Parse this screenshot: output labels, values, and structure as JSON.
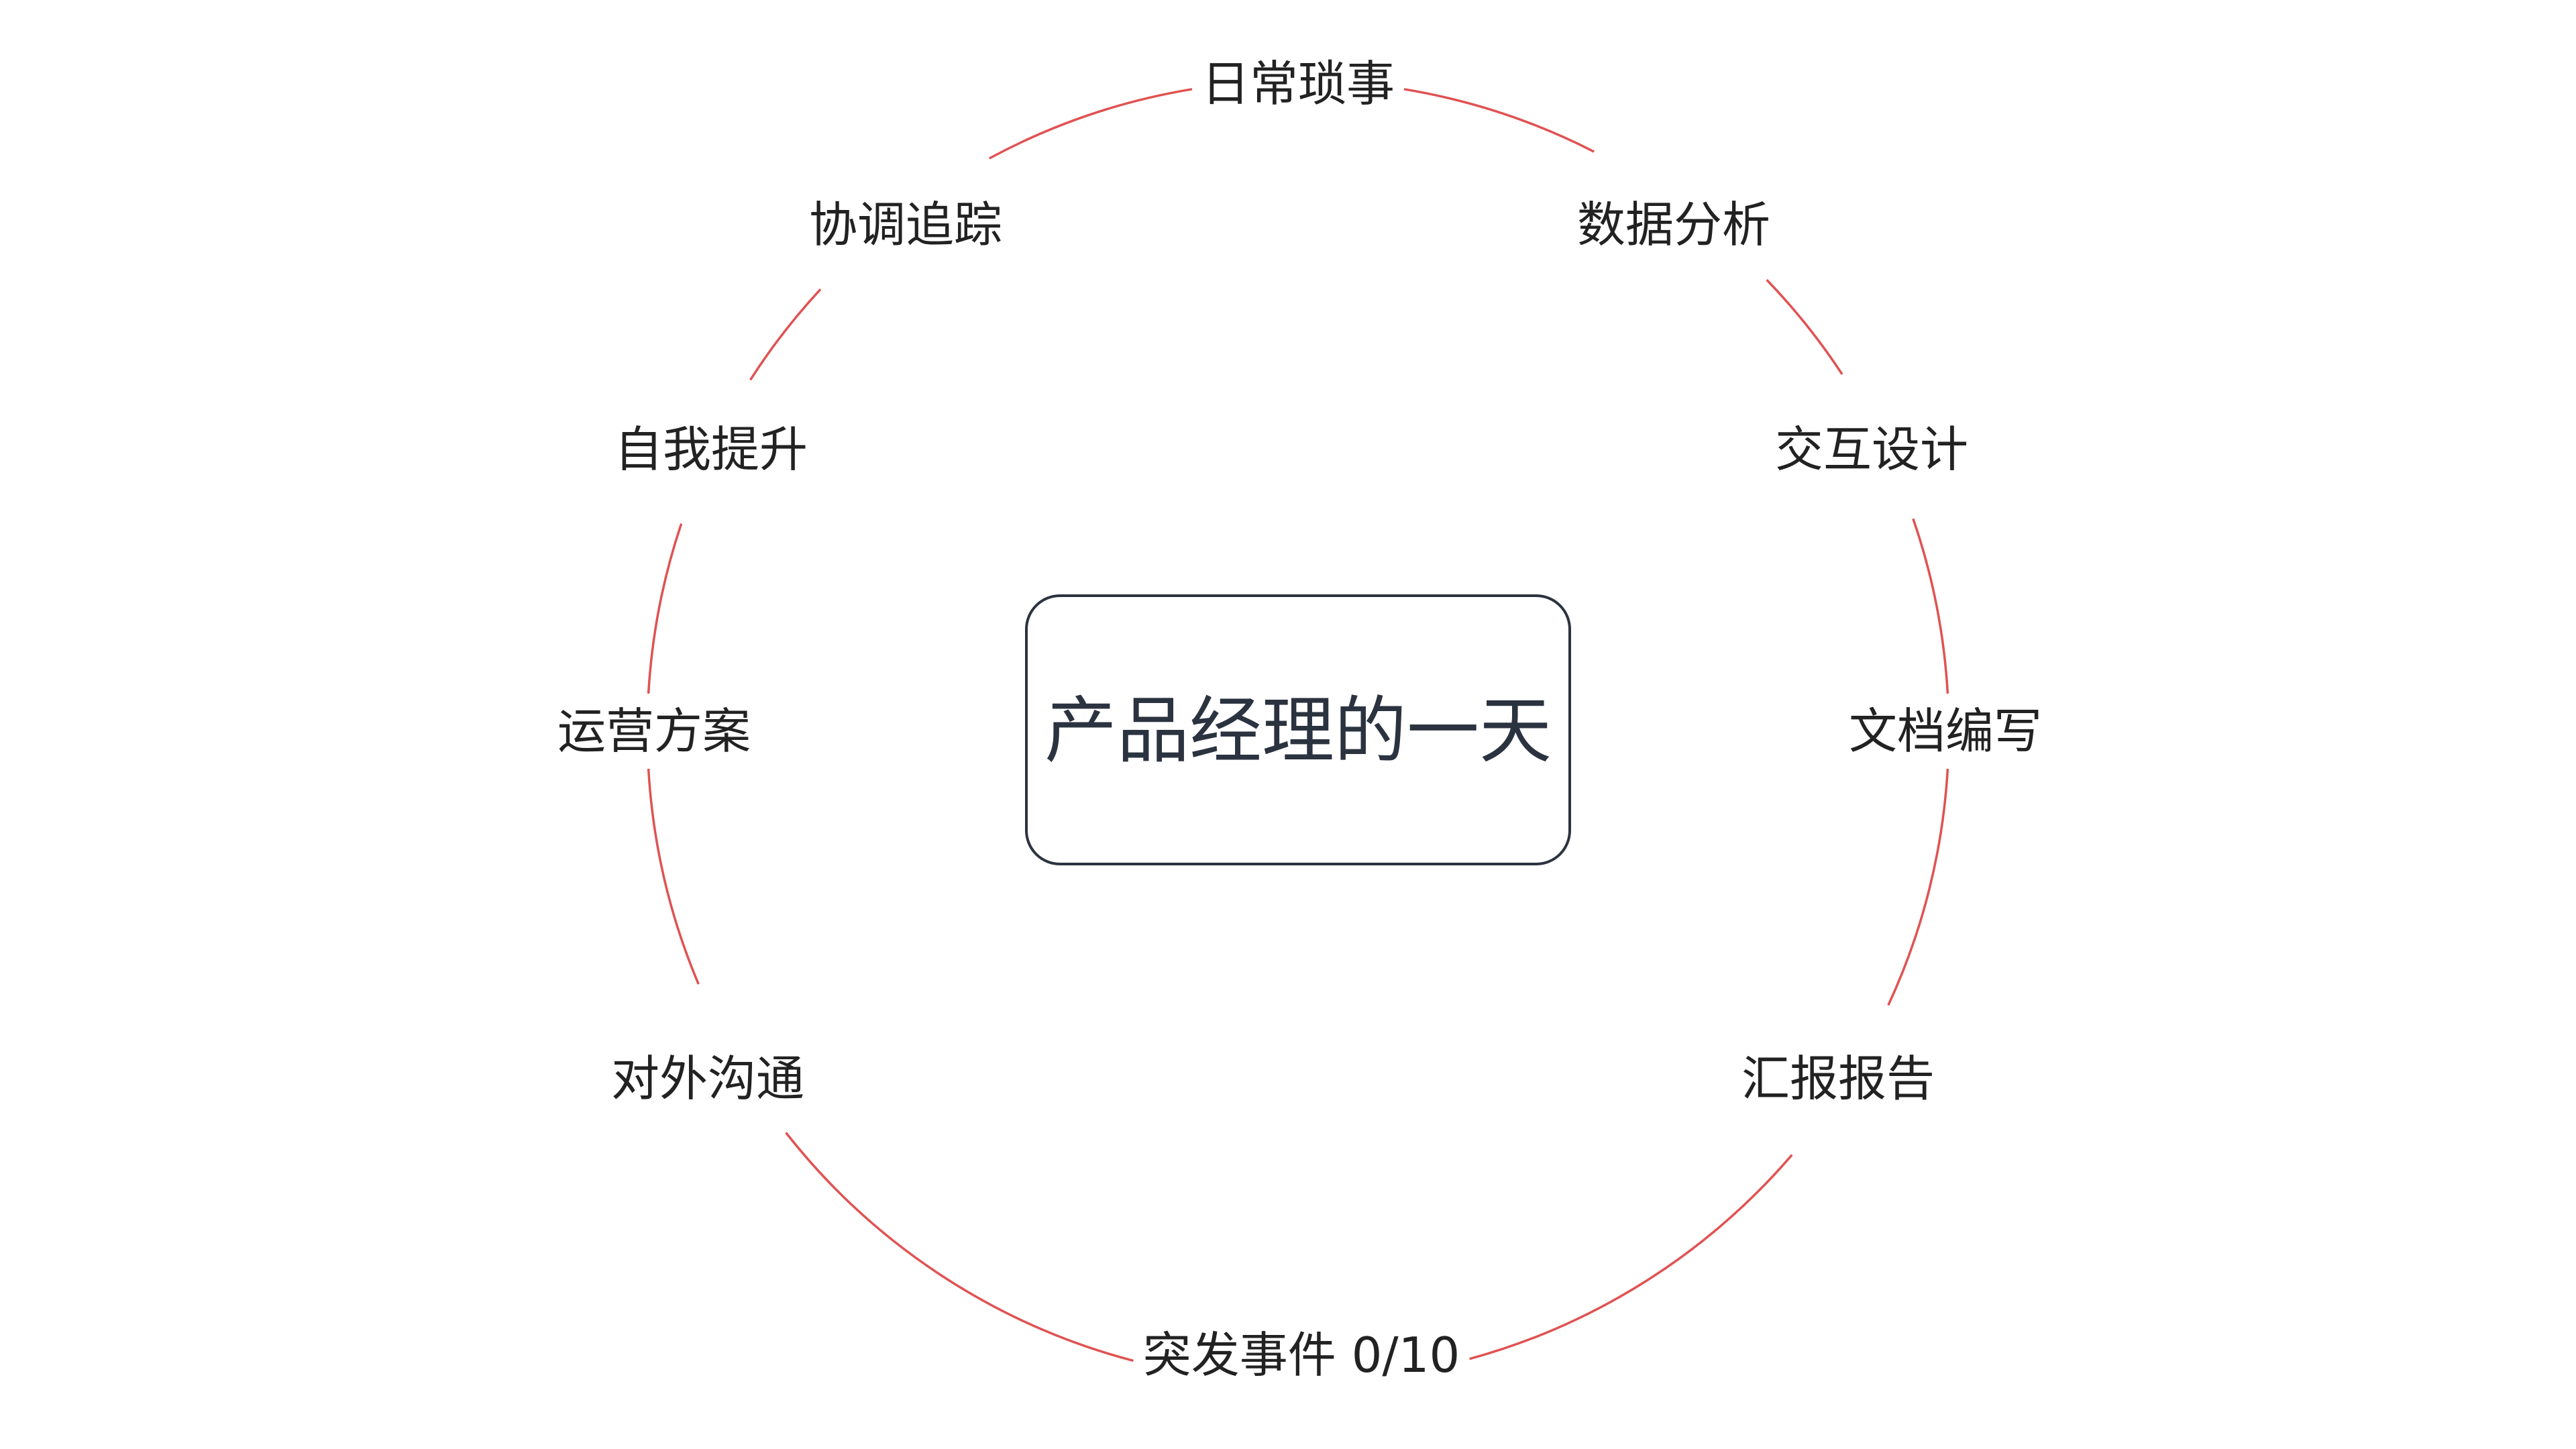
{
  "diagram": {
    "center": {
      "label": "产品经理的一天"
    },
    "nodes": [
      {
        "id": "daily",
        "label": "日常琐事"
      },
      {
        "id": "data",
        "label": "数据分析"
      },
      {
        "id": "interaction",
        "label": "交互设计"
      },
      {
        "id": "docs",
        "label": "文档编写"
      },
      {
        "id": "report",
        "label": "汇报报告"
      },
      {
        "id": "incident",
        "label": "突发事件 0/10"
      },
      {
        "id": "external",
        "label": "对外沟通"
      },
      {
        "id": "operations",
        "label": "运营方案"
      },
      {
        "id": "growth",
        "label": "自我提升"
      },
      {
        "id": "coordination",
        "label": "协调追踪"
      }
    ]
  },
  "colors": {
    "ring": "#e05252",
    "center_border": "#2b3340",
    "center_text": "#2b3340",
    "node_text": "#222222",
    "background": "#ffffff"
  }
}
